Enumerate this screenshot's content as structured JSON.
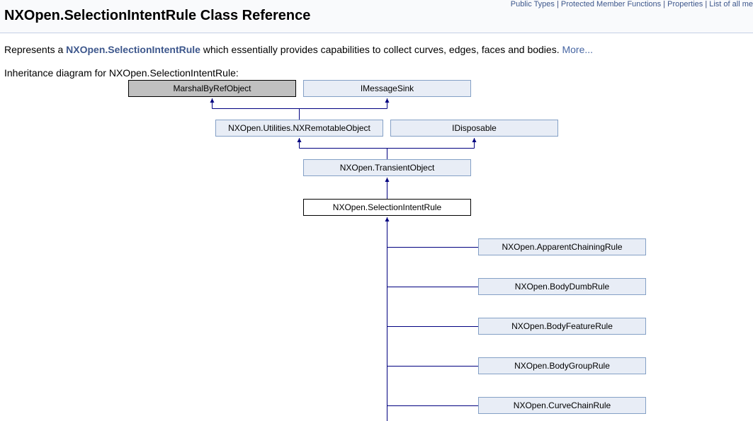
{
  "nav": {
    "public_types": "Public Types",
    "protected_member_functions": "Protected Member Functions",
    "properties": "Properties",
    "list_of_all": "List of all me",
    "sep": " | "
  },
  "title": "NXOpen.SelectionIntentRule Class Reference",
  "brief": {
    "prefix": "Represents a ",
    "class_link": "NXOpen.SelectionIntentRule",
    "suffix": " which essentially provides capabilities to collect curves, edges, faces and bodies. ",
    "more": "More..."
  },
  "inheritance_label": "Inheritance diagram for NXOpen.SelectionIntentRule:",
  "diagram": {
    "marshal": "MarshalByRefObject",
    "imessagesink": "IMessageSink",
    "nxremotable": "NXOpen.Utilities.NXRemotableObject",
    "idisposable": "IDisposable",
    "transient": "NXOpen.TransientObject",
    "current": "NXOpen.SelectionIntentRule",
    "subclasses": [
      "NXOpen.ApparentChainingRule",
      "NXOpen.BodyDumbRule",
      "NXOpen.BodyFeatureRule",
      "NXOpen.BodyGroupRule",
      "NXOpen.CurveChainRule"
    ]
  },
  "colors": {
    "link": "#3d578c",
    "node_fill": "#e8edf6",
    "node_border": "#84a0c6",
    "base_fill": "#c0c0c0",
    "edge": "#000080"
  }
}
